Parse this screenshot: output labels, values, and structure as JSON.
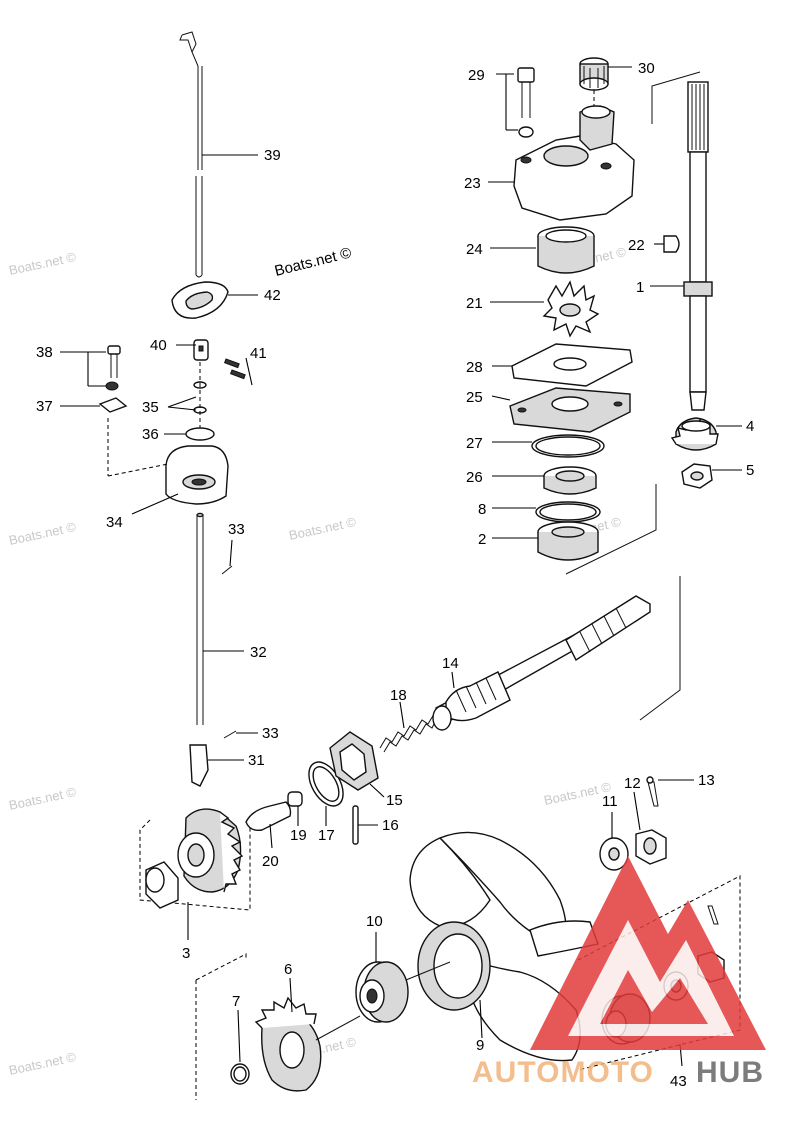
{
  "watermark_text": "Boats.net ©",
  "logo": {
    "word_a": "AUTOMOTO",
    "word_b": "HUB",
    "color_a": "#f2b27a",
    "color_b": "#666666",
    "triangle_color": "#e23b3b"
  },
  "callouts": {
    "p1": "1",
    "p2": "2",
    "p3": "3",
    "p4": "4",
    "p5": "5",
    "p6": "6",
    "p7": "7",
    "p8": "8",
    "p9": "9",
    "p10": "10",
    "p11": "11",
    "p12": "12",
    "p13": "13",
    "p14": "14",
    "p15": "15",
    "p16": "16",
    "p17": "17",
    "p18": "18",
    "p19": "19",
    "p20": "20",
    "p21": "21",
    "p22": "22",
    "p23": "23",
    "p24": "24",
    "p25": "25",
    "p26": "26",
    "p27": "27",
    "p28": "28",
    "p29": "29",
    "p30": "30",
    "p31": "31",
    "p32": "32",
    "p33a": "33",
    "p33b": "33",
    "p34": "34",
    "p35": "35",
    "p36": "36",
    "p37": "37",
    "p38": "38",
    "p39": "39",
    "p40": "40",
    "p41": "41",
    "p42": "42",
    "p43": "43"
  }
}
